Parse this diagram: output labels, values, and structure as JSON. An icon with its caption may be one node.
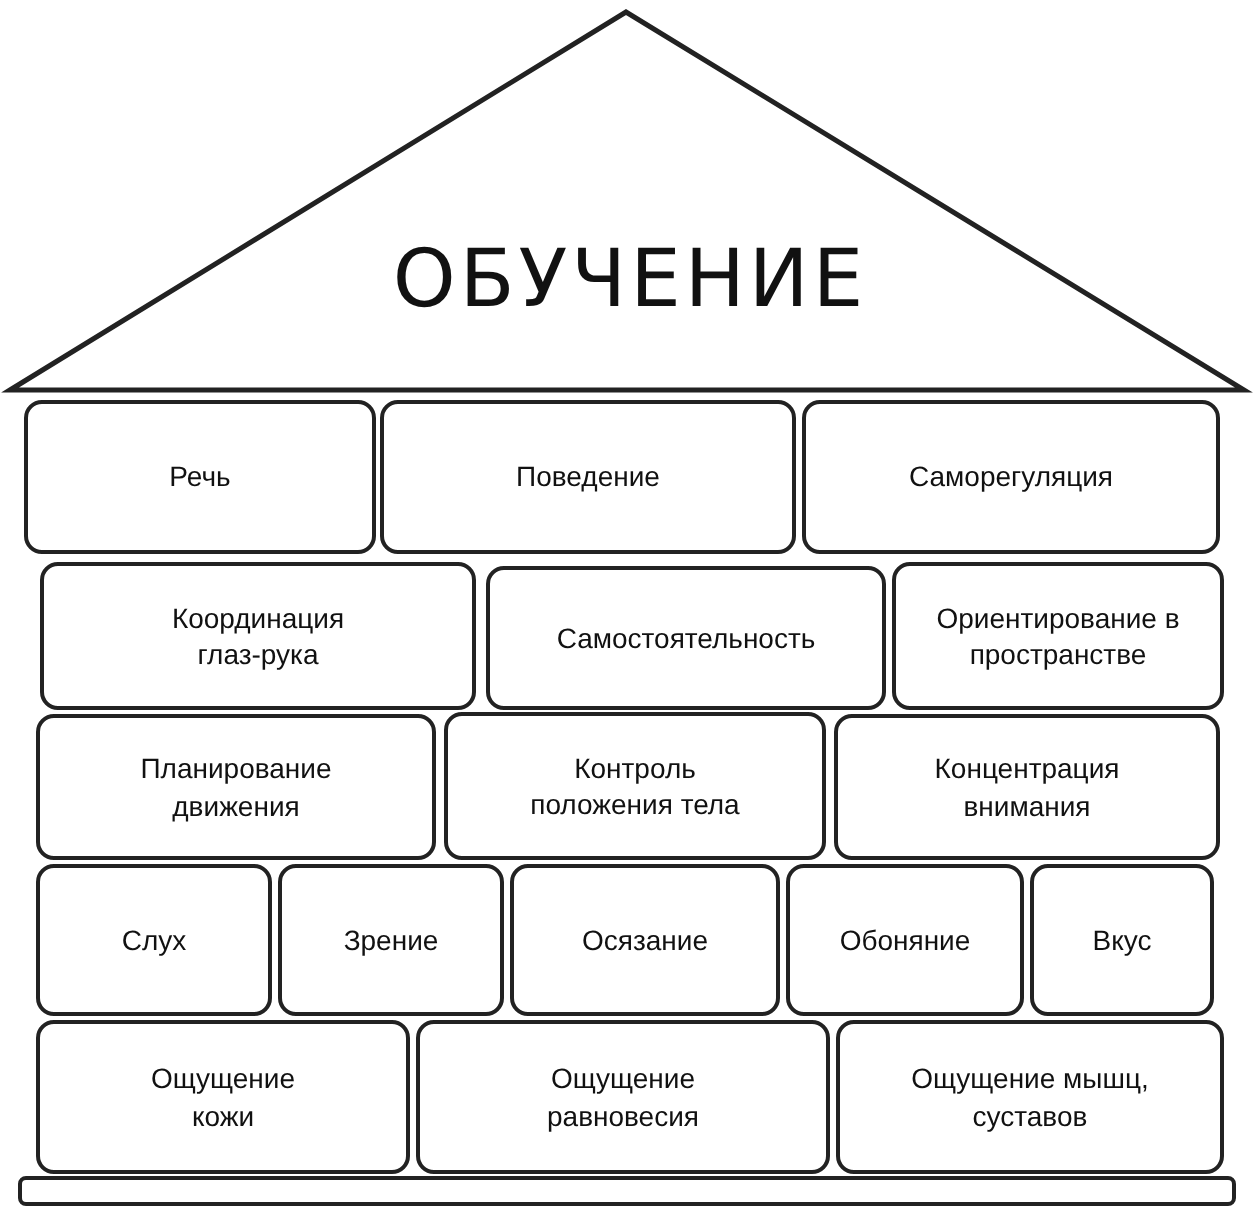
{
  "diagram": {
    "nodes": [
      {
        "text": [
          "ОБУЧЕНИЕ"
        ]
      },
      {
        "text": [
          "Речь"
        ]
      },
      {
        "text": [
          "Поведение"
        ]
      },
      {
        "text": [
          "Саморегуляция"
        ]
      },
      {
        "text": [
          "Координация глаз-рука"
        ]
      },
      {
        "text": [
          "Самостоятельность"
        ]
      },
      {
        "text": [
          "Ориентирование в пространстве"
        ]
      },
      {
        "text": [
          "Планирование движения"
        ]
      },
      {
        "text": [
          "Контроль положения тела"
        ]
      },
      {
        "text": [
          "Концентрация внимания"
        ]
      },
      {
        "text": [
          "Слух"
        ]
      },
      {
        "text": [
          "Зрение"
        ]
      },
      {
        "text": [
          "Осязание"
        ]
      },
      {
        "text": [
          "Обоняние"
        ]
      },
      {
        "text": [
          "Вкус"
        ]
      },
      {
        "text": [
          "Ощущение кожи"
        ]
      },
      {
        "text": [
          "Ощущение равновесия"
        ]
      },
      {
        "text": [
          "Ощущение мышц, суставов"
        ]
      },
      {
        "text": [],
        "shape": "bar"
      }
    ]
  }
}
